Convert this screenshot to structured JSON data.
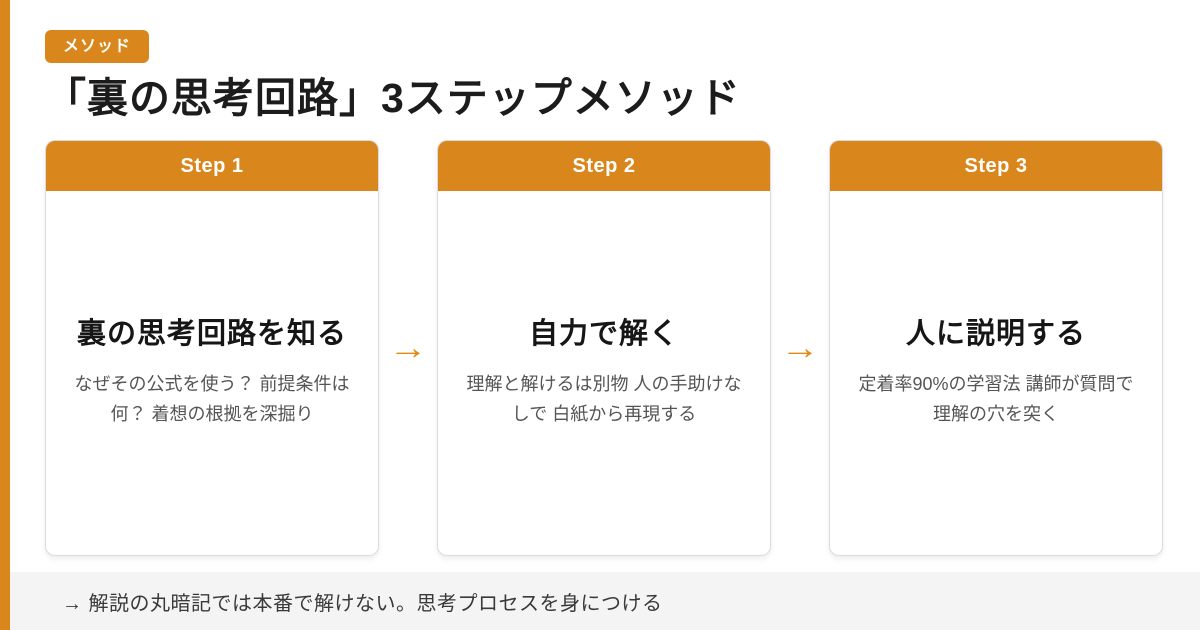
{
  "theme": {
    "accent": "#D9871C",
    "arrow": "#E08A15",
    "footer_bg": "#F4F4F5",
    "card_border": "#DCDCDC",
    "title_color": "#1C1C1C",
    "desc_color": "#555555",
    "footer_text_color": "#3A3A3A"
  },
  "badge": {
    "label": "メソッド"
  },
  "page_title": "「裏の思考回路」3ステップメソッド",
  "steps": [
    {
      "step_label": "Step 1",
      "title": "裏の思考回路を知る",
      "description": "なぜその公式を使う？ 前提条件は何？ 着想の根拠を深掘り"
    },
    {
      "step_label": "Step 2",
      "title": "自力で解く",
      "description": "理解と解けるは別物 人の手助けなしで 白紙から再現する"
    },
    {
      "step_label": "Step 3",
      "title": "人に説明する",
      "description": "定着率90%の学習法 講師が質問で 理解の穴を突く"
    }
  ],
  "arrow": {
    "glyph": "→"
  },
  "footer": {
    "text": "→ 解説の丸暗記では本番で解けない。思考プロセスを身につける"
  }
}
